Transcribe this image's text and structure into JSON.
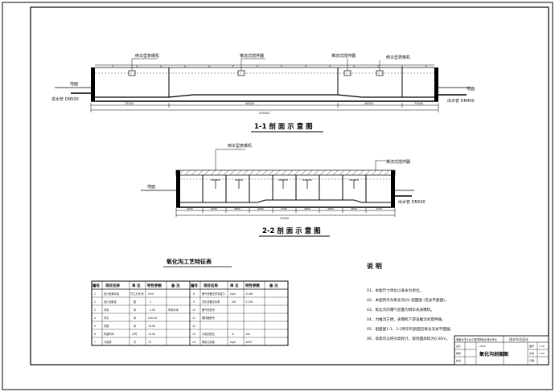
{
  "section11": {
    "title": "1-1 剖 面 示 意 图",
    "equip_labels": [
      "倒伞型表曝机",
      "推流式搅拌器",
      "推流式搅拌器",
      "倒伞型表曝机"
    ],
    "ground_left": "地面",
    "ground_right": "地面",
    "inlet_pipe": "进水管 DN500",
    "outlet_pipe": "出水管 DN400",
    "dims": [
      "75000",
      "58000",
      "36000",
      "75000",
      "245000"
    ]
  },
  "section22": {
    "title": "2-2 剖 面 示 意 图",
    "equip_labels": [
      "倒伞型表曝机",
      "推流式搅拌器"
    ],
    "ground_left": "地面",
    "outlet_pipe": "出水管 DN500",
    "dims": [
      "4900",
      "4900",
      "4800",
      "4900",
      "4700",
      "4900",
      "4800",
      "4900",
      "4700",
      "4900",
      "33900"
    ]
  },
  "table": {
    "title": "氧化沟工艺特征表",
    "headers": [
      "编号",
      "项目名称",
      "单 位",
      "特性参数",
      "备 注",
      "编号",
      "项目名称",
      "单 位",
      "特性参数",
      "备 注"
    ],
    "rows": [
      [
        "1",
        "设计处理水量",
        "万立方米/天",
        "8.00",
        "",
        "8",
        "曝气设备总充氧能力",
        "kg/h",
        "41.66",
        ""
      ],
      [
        "2",
        "设计池数量",
        "座",
        "2",
        "",
        "9",
        "充氧设备总功率",
        "kW",
        "3.136",
        ""
      ],
      [
        "3",
        "沟深",
        "米",
        "4.00",
        "有效水深",
        "10",
        "曝气机型号",
        "",
        "",
        ""
      ],
      [
        "4",
        "沟长",
        "米",
        "245.00",
        "",
        "11",
        "搅拌器型号",
        "",
        "",
        ""
      ],
      [
        "5",
        "沟宽",
        "米",
        "33.90",
        "",
        "12",
        "",
        "",
        "",
        ""
      ],
      [
        "6",
        "停留时间",
        "小时",
        "12.00",
        "",
        "13",
        "污泥回流比",
        "%",
        "100",
        ""
      ],
      [
        "7",
        "污泥龄",
        "天",
        "15",
        "",
        "14",
        "剩余污泥量",
        "kg/d",
        "4000",
        ""
      ]
    ]
  },
  "notes": {
    "title": "说 明",
    "items": [
      "01、本图尺寸单位以毫米为单位。",
      "02、本图所示为氧化沟(0) 剖面图 (见总平面图)。",
      "03、氧化沟的曝气装置为倒伞式表曝机。",
      "04、为推流方便，表曝机下游设推流式搅拌器。",
      "05、剖面图1-1、2-2所示的剖面见氧化沟总平面图。",
      "06、高程均以绝对高程计，取地面高程为0.00m。"
    ]
  },
  "title_block": {
    "institute": "湖南大学土木工程学院给水排水专业",
    "project": "排水毕业设计",
    "drawing_name": "氧化沟剖面图",
    "labels": [
      "比例",
      "日期",
      "图号",
      "设计",
      "审核",
      "校对"
    ],
    "values": [
      "1:50",
      "2005",
      "1-10",
      "",
      "",
      ""
    ]
  }
}
